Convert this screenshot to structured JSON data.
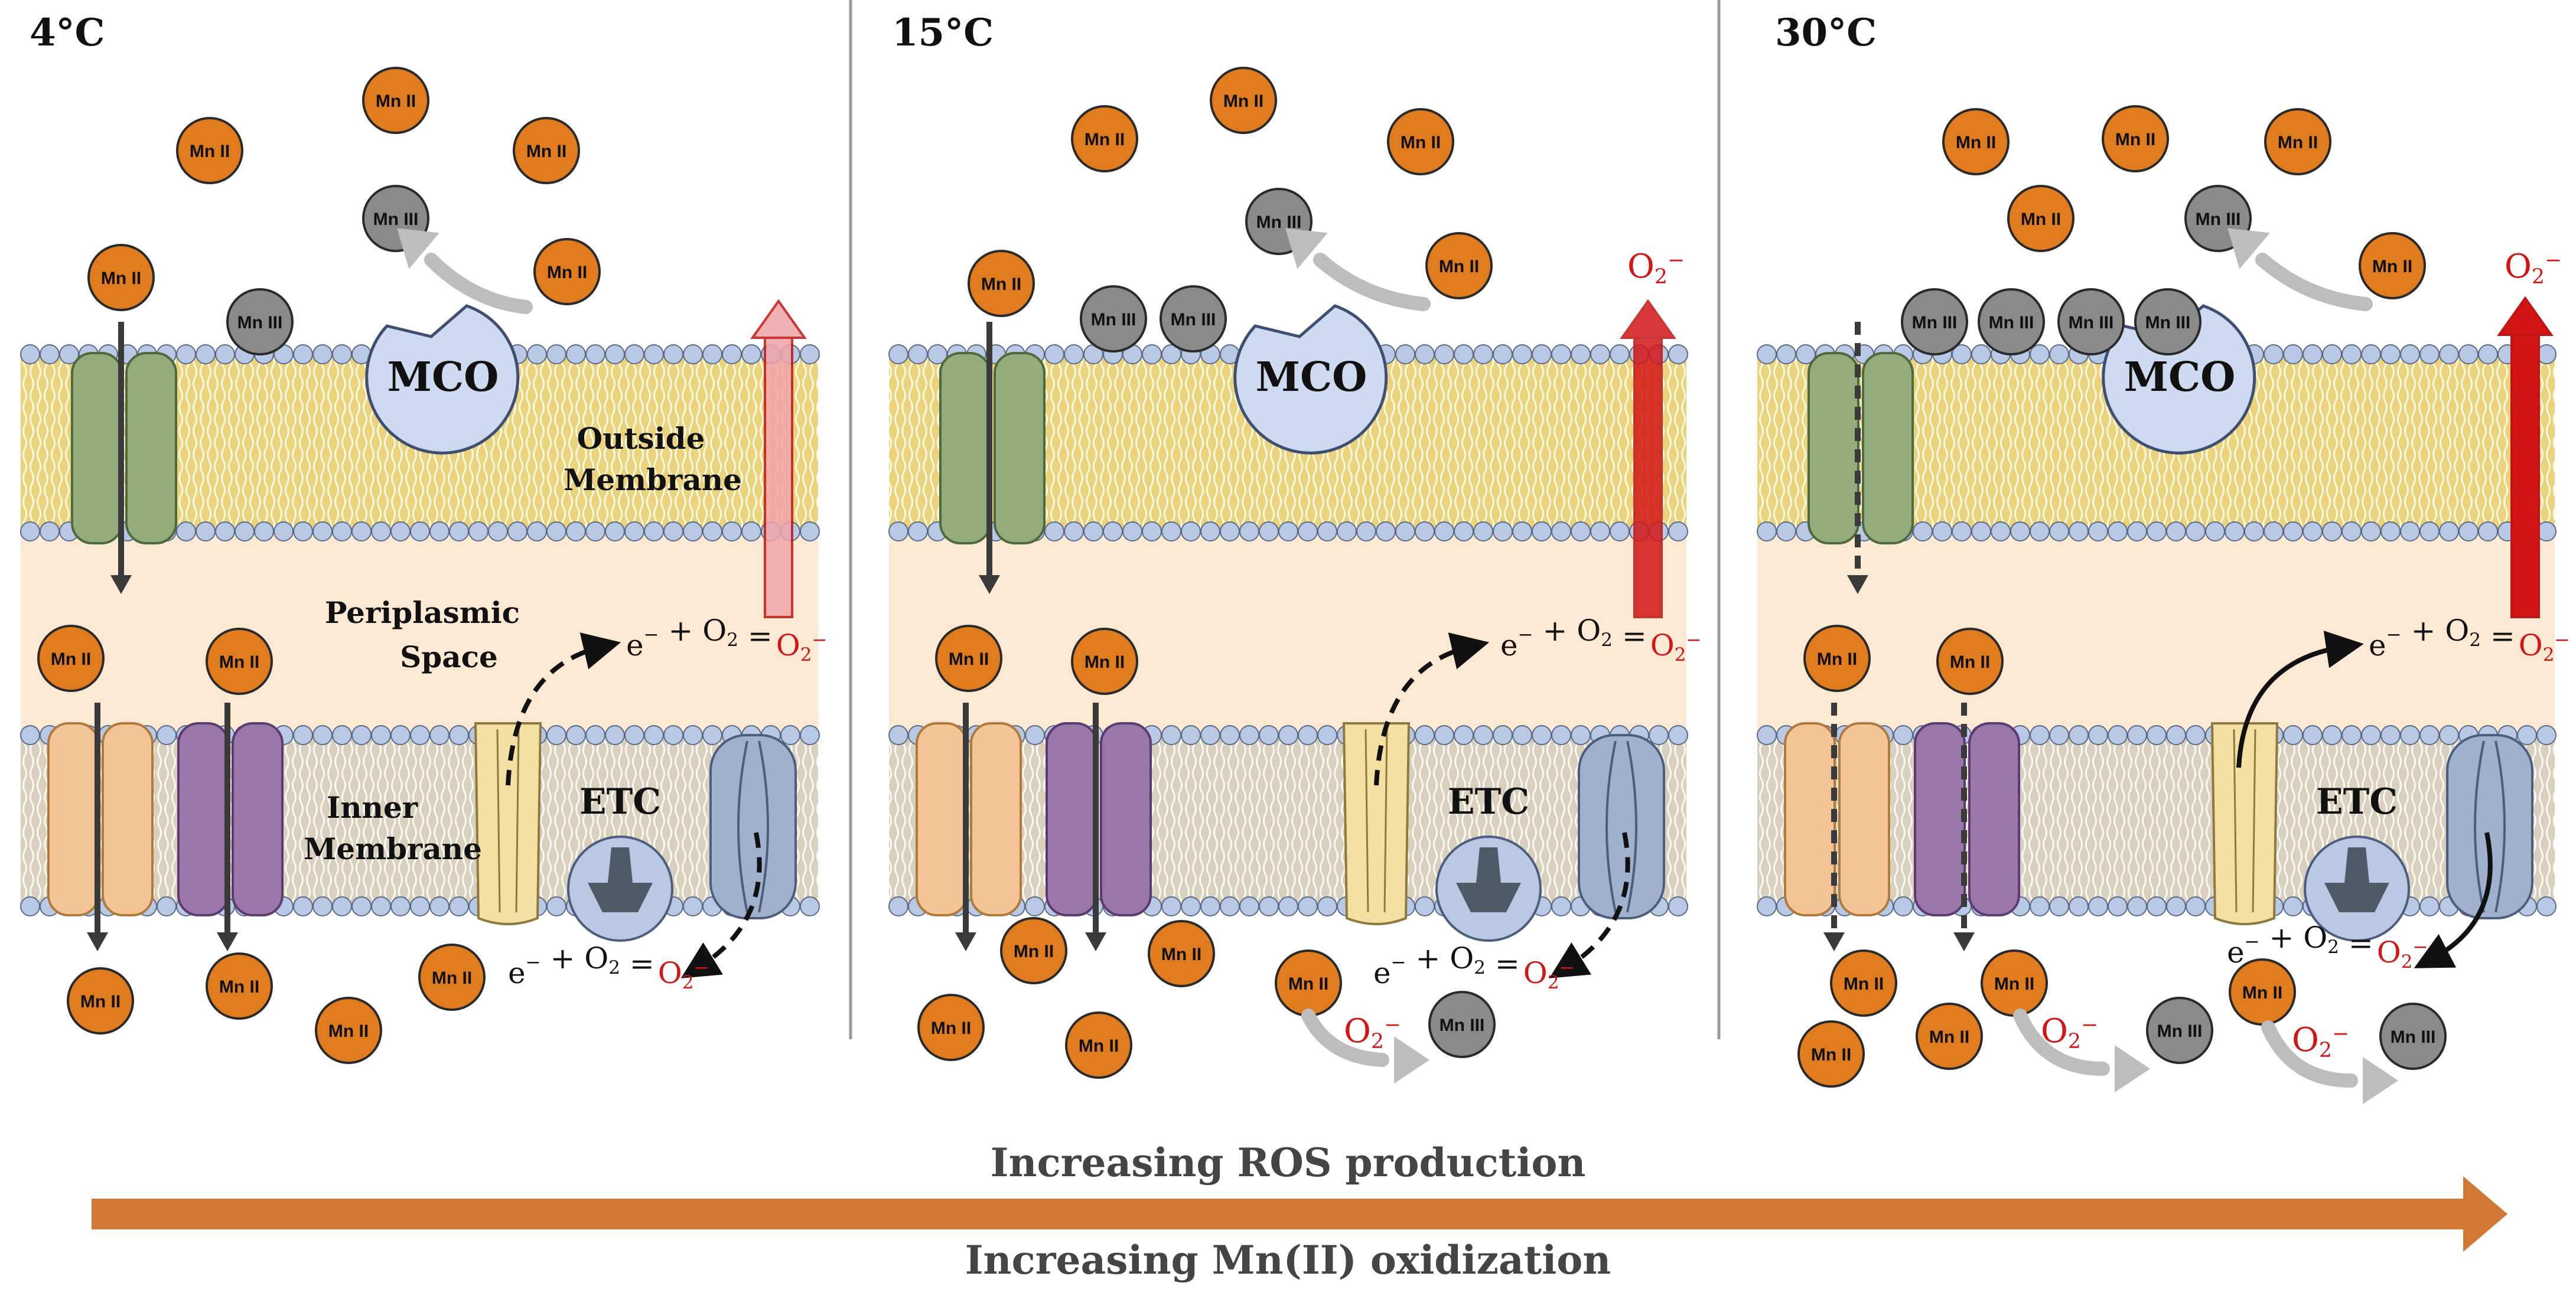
{
  "panels": [
    {
      "temperature": "4°C",
      "region_labels": {
        "outside_membrane": [
          "Outside",
          "Membrane"
        ],
        "periplasmic_space": [
          "Periplasmic",
          "Space"
        ],
        "inner_membrane": [
          "Inner",
          "Membrane"
        ]
      }
    },
    {
      "temperature": "15°C"
    },
    {
      "temperature": "30°C"
    }
  ],
  "labels": {
    "mn2": "Mn II",
    "mn3": "Mn III",
    "mco": "MCO",
    "etc": "ETC",
    "superoxide": "O2−",
    "reaction_lhs": "e− + O2 = ",
    "reaction_rhs": "O2−"
  },
  "bottom_arrow": {
    "top_label": "Increasing ROS production",
    "bottom_label": "Increasing Mn(II) oxidization"
  },
  "colors": {
    "mn2": "#e07c1e",
    "mn3": "#8a8a8a",
    "lipid_core": "#e9cf6d",
    "inner_lipid_core": "#d9d2bf",
    "head_group": "#b8c9e6",
    "periplasm": "#fbe9d4",
    "mco": "#cddaf0",
    "channel_green": "#94ab7c",
    "channel_peach": "#f3c596",
    "channel_purple": "#9977a8",
    "channel_yellow": "#f4e0a3",
    "channel_blue": "#9eb1cd",
    "ros_red": "#d21616",
    "trend_arrow": "#d27a35"
  }
}
